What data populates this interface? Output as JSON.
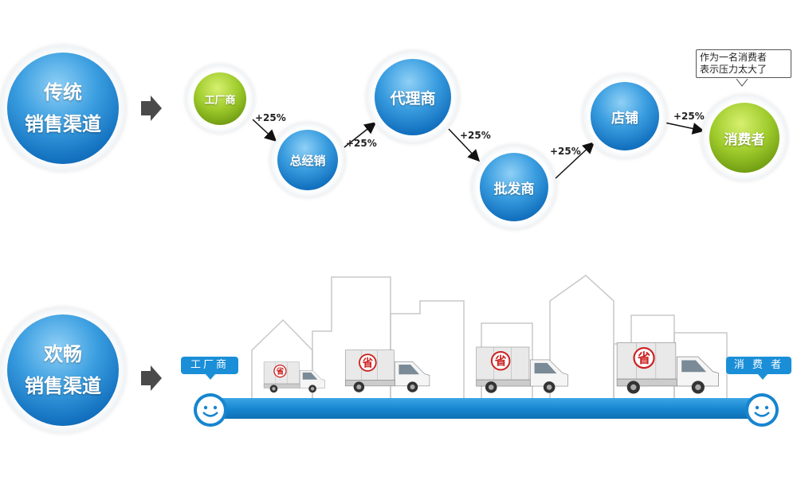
{
  "traditional": {
    "title_line1": "传统",
    "title_line2": "销售渠道",
    "nodes": [
      "工厂商",
      "总经销",
      "代理商",
      "批发商",
      "店铺",
      "消费者"
    ],
    "markups": [
      "+25%",
      "+25%",
      "+25%",
      "+25%",
      "+25%"
    ],
    "consumer_note_line1": "作为一名消费者",
    "consumer_note_line2": "表示压力太大了"
  },
  "happy": {
    "title_line1": "欢畅",
    "title_line2": "销售渠道",
    "start_label": "工厂商",
    "end_label": "消 费 者",
    "truck_badge": "省"
  },
  "colors": {
    "blue": "#1a84d1",
    "green": "#8dbd1f",
    "bar": "#1a8fd8"
  },
  "icons": [
    "arrow-right-icon",
    "smiley-icon",
    "truck-icon",
    "building-outline"
  ]
}
